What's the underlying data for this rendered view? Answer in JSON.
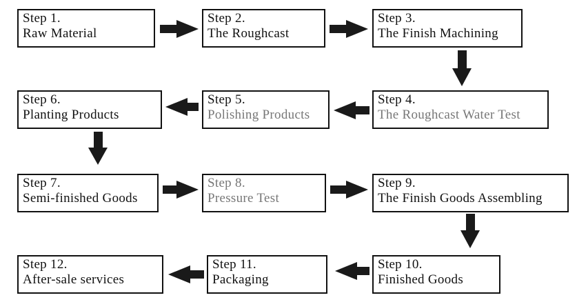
{
  "steps": [
    {
      "id": "1",
      "title": "Step  1.",
      "label": "Raw  Material",
      "label_faded": false
    },
    {
      "id": "2",
      "title": "Step 2.",
      "label": "The  Roughcast",
      "label_faded": false
    },
    {
      "id": "3",
      "title": "Step 3.",
      "label": "The Finish Machining",
      "label_faded": false
    },
    {
      "id": "4",
      "title": "Step 4.",
      "label": "The Roughcast Water Test",
      "label_faded": true
    },
    {
      "id": "5",
      "title": "Step 5.",
      "label": "Polishing Products",
      "label_faded": true
    },
    {
      "id": "6",
      "title": "Step 6.",
      "label": "Planting Products",
      "label_faded": false
    },
    {
      "id": "7",
      "title": "Step 7.",
      "label": "Semi-finished Goods",
      "label_faded": false
    },
    {
      "id": "8",
      "title": "Step 8.",
      "label": "Pressure Test",
      "label_faded": true
    },
    {
      "id": "9",
      "title": "Step 9.",
      "label": "The Finish Goods Assembling",
      "label_faded": false
    },
    {
      "id": "10",
      "title": "Step 10.",
      "label": "Finished Goods",
      "label_faded": false
    },
    {
      "id": "11",
      "title": "Step 11.",
      "label": "Packaging",
      "label_faded": false
    },
    {
      "id": "12",
      "title": "Step 12.",
      "label": "After-sale services",
      "label_faded": false
    }
  ],
  "connections": [
    {
      "from": "1",
      "to": "2",
      "direction": "right"
    },
    {
      "from": "2",
      "to": "3",
      "direction": "right"
    },
    {
      "from": "3",
      "to": "4",
      "direction": "down"
    },
    {
      "from": "4",
      "to": "5",
      "direction": "left"
    },
    {
      "from": "5",
      "to": "6",
      "direction": "left"
    },
    {
      "from": "6",
      "to": "7",
      "direction": "down"
    },
    {
      "from": "7",
      "to": "8",
      "direction": "right"
    },
    {
      "from": "8",
      "to": "9",
      "direction": "right"
    },
    {
      "from": "9",
      "to": "10",
      "direction": "down"
    },
    {
      "from": "10",
      "to": "11",
      "direction": "left"
    },
    {
      "from": "11",
      "to": "12",
      "direction": "left"
    }
  ],
  "colors": {
    "box_border": "#111111",
    "text": "#111111",
    "faded_text": "#777777",
    "arrow": "#1a1a1a",
    "background": "#ffffff"
  }
}
